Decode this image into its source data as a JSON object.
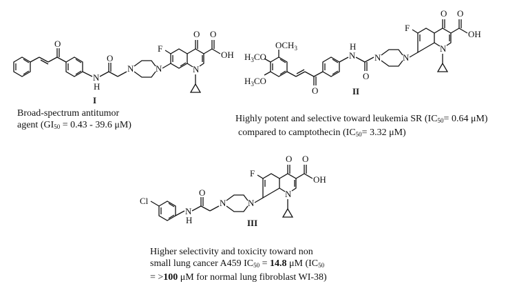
{
  "compounds": [
    {
      "label": "I",
      "caption": {
        "line1": "Broad-spectrum antitumor",
        "line2_pre": "agent (GI",
        "line2_sub": "50",
        "line2_post": " = 0.43 - 39.6 μM)"
      }
    },
    {
      "label": "II",
      "caption": {
        "line1_pre": "Highly potent and  selective toward leukemia SR (IC",
        "line1_sub": "50",
        "line1_post": "= 0.64 μM)",
        "line2_pre": "compared to camptothecin (IC",
        "line2_sub": "50",
        "line2_post": "= 3.32 μM)"
      }
    },
    {
      "label": "III",
      "caption": {
        "line1": "Higher selectivity and  toxicity toward non",
        "line2_pre": "small lung cancer A459 IC",
        "line2_sub": "50",
        "line2_eq": " = ",
        "line2_bold": "14.8",
        "line2_post": " μM   (IC",
        "line2_sub2": "50",
        "line3_pre": "= >",
        "line3_bold": "100",
        "line3_post": " μM for normal lung fibroblast WI-38)"
      }
    }
  ],
  "atom_labels": {
    "F": "F",
    "O": "O",
    "OH": "OH",
    "N": "N",
    "H": "H",
    "Cl": "Cl",
    "OCH3": "OCH",
    "three": "3",
    "H3CO": "H",
    "three_b": "3",
    "CO": "CO"
  }
}
